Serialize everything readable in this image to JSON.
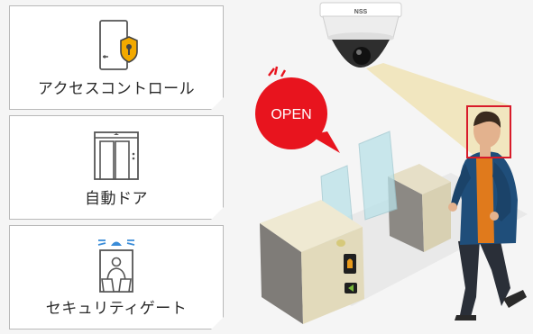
{
  "features": [
    {
      "label": "アクセスコントロール",
      "icon": "door-with-key-icon"
    },
    {
      "label": "自動ドア",
      "icon": "elevator-door-icon"
    },
    {
      "label": "セキュリティゲート",
      "icon": "security-gate-icon"
    }
  ],
  "camera": {
    "brand": "NSS"
  },
  "speech_bubble": {
    "text": "OPEN"
  },
  "colors": {
    "accent_red": "#e8141e",
    "icon_gold": "#f2a900",
    "icon_blue": "#3a8cd8",
    "detection_box": "#d81b2a"
  }
}
